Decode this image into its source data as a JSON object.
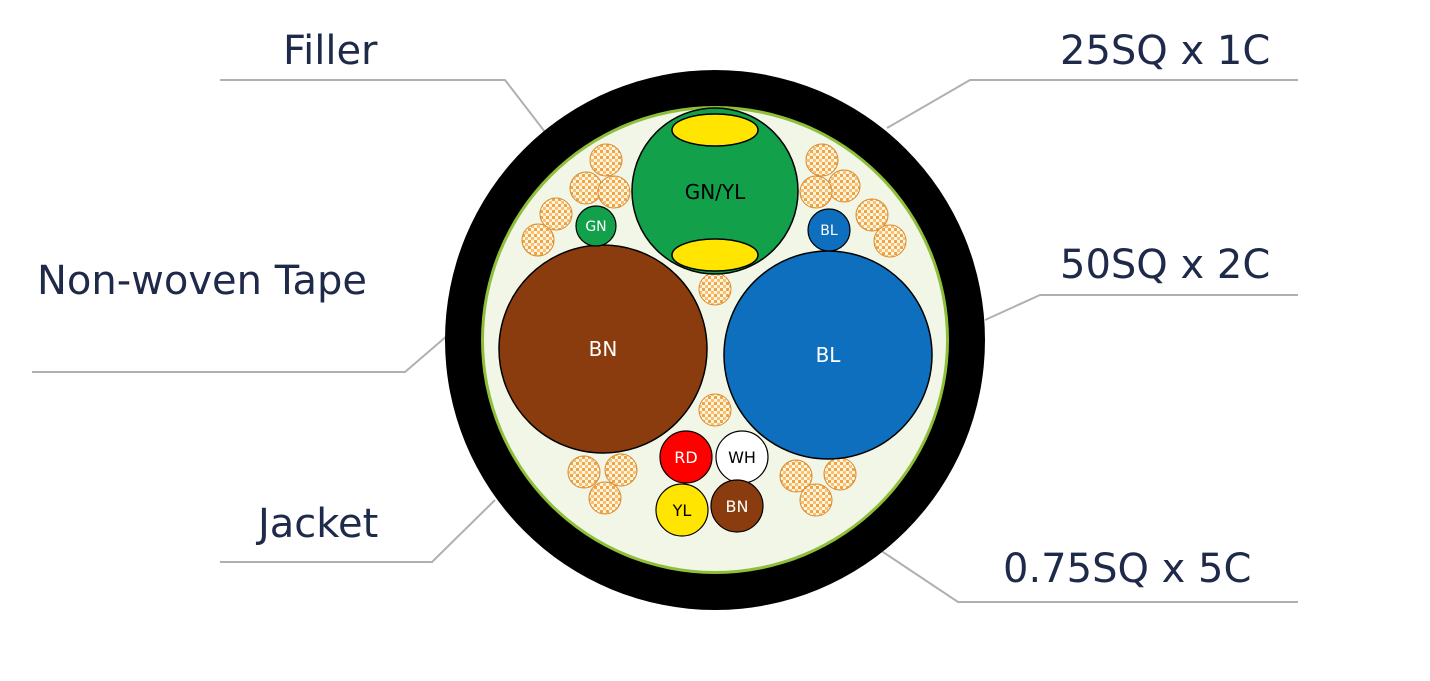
{
  "callouts": {
    "filler": "Filler",
    "nonwoven_tape": "Non-woven Tape",
    "jacket": "Jacket",
    "conductor_25": "25SQ x 1C",
    "conductor_50": "50SQ x 2C",
    "conductor_075": "0.75SQ x 5C"
  },
  "cores": {
    "gn_yl_large": "GN/YL",
    "bn_large": "BN",
    "bl_large": "BL",
    "gn_small": "GN",
    "bl_small": "BL",
    "rd_small": "RD",
    "wh_small": "WH",
    "yl_small": "YL",
    "bn_small": "BN"
  },
  "colors": {
    "jacket": "#000000",
    "tape": "#8fbf3a",
    "filler_bg": "#f2f6e6",
    "green": "#12a14a",
    "yellow": "#ffe500",
    "brown": "#8a3c0e",
    "blue": "#0d6fbd",
    "red": "#ff0000",
    "white": "#ffffff",
    "filler_strand": "#f2a444",
    "leader_line": "#b0b0b0",
    "text": "#1f2a4a"
  }
}
